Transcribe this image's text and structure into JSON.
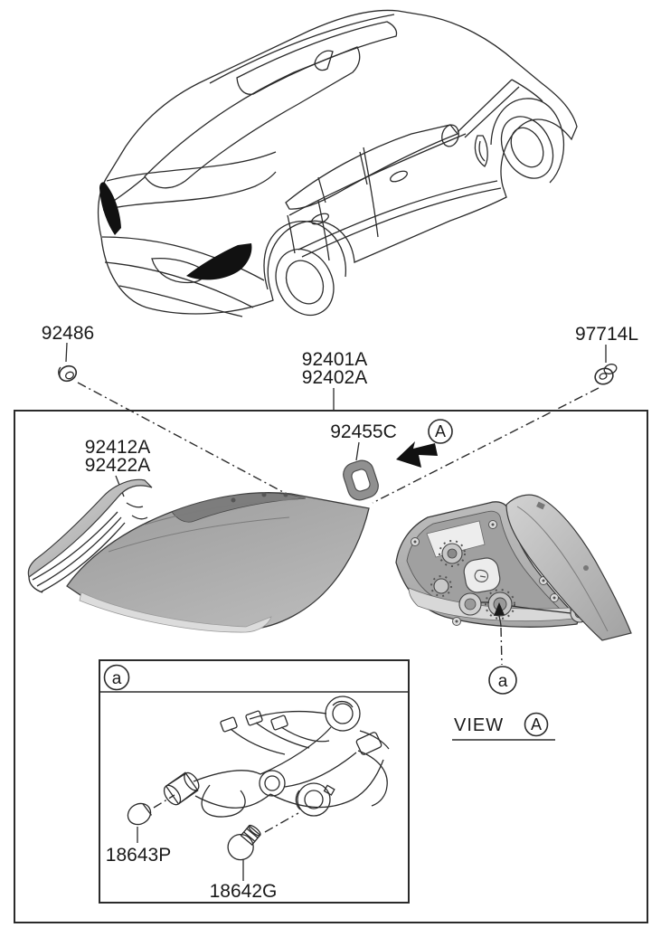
{
  "colors": {
    "line": "#2b2b2b",
    "background": "#ffffff",
    "lens_gray": "#a8a8a8",
    "lens_dark": "#7d7d7d",
    "lens_highlight": "#dcdcdc",
    "seal_gray": "#909090",
    "arrow_black": "#111111"
  },
  "callouts": {
    "fastener_left": "92486",
    "fastener_right": "97714L",
    "lamp_assembly_1": "92401A",
    "lamp_assembly_2": "92402A",
    "pad": "92455C",
    "garnish_1": "92412A",
    "garnish_2": "92422A",
    "bulb_small": "18643P",
    "bulb_large": "18642G"
  },
  "view": {
    "label": "VIEW",
    "ref": "A"
  },
  "details": {
    "arrow_ref": "A",
    "socket_ref": "a",
    "inset_ref": "a"
  }
}
